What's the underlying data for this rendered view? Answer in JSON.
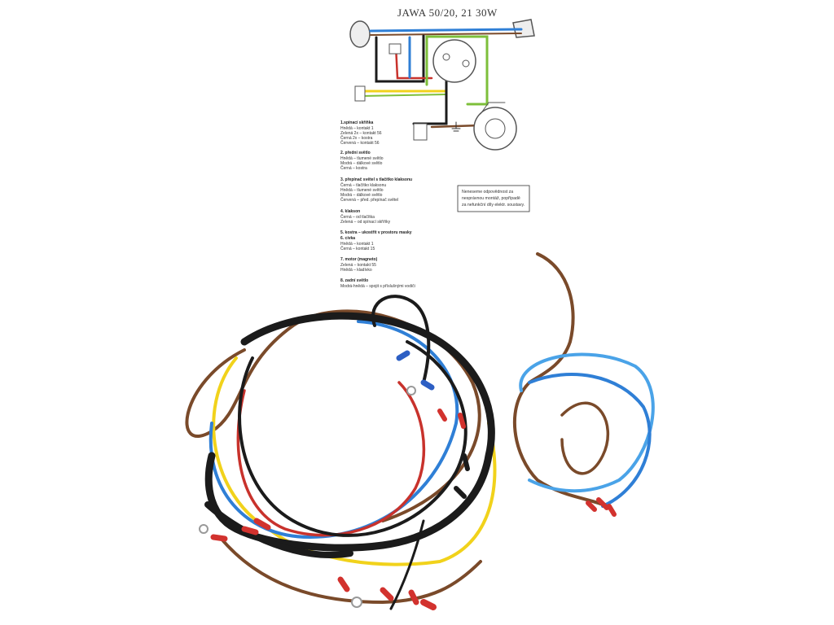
{
  "sheet": {
    "title": "JAWA 50/20, 21 30W",
    "legend": [
      {
        "heading": "1.spínací skříňka",
        "lines": [
          "Hnědá – kontakt 1",
          "Zelená 2x – kontakt 56",
          "Černá 2x – kostra",
          "Červená – kontakt 56"
        ]
      },
      {
        "heading": "2. přední světlo",
        "lines": [
          "Hnědá – tlumené světlo",
          "Modrá – dálkové světlo",
          "Černá – kostra"
        ]
      },
      {
        "heading": "3. přepínač světel s tlačítko klaksonu",
        "lines": [
          "Černá – tlačítko klaksonu",
          "Hnědá – tlumené světlo",
          "Modrá – dálkové světlo",
          "Červená – před. přepínač světel"
        ]
      },
      {
        "heading": "4. klakson",
        "lines": [
          "Černá – od tlačítka",
          "Zelená – od spínací skříňky"
        ]
      },
      {
        "heading": "5. kostra – ukostřit v prostoru masky",
        "lines": []
      },
      {
        "heading": "6. cívka",
        "lines": [
          "Hnědá – kontakt 1",
          "Černá – kontakt 15"
        ]
      },
      {
        "heading": "7. motor (magneto)",
        "lines": [
          "Zelená – kontakt 55",
          "Hnědá – kladívko"
        ]
      },
      {
        "heading": "8. zadní světlo",
        "lines": [
          "Modrá-hnědá – spojit s příslušnými vodiči"
        ]
      }
    ],
    "note": [
      "Neneseme odpovědnost za",
      "nesprávnou montáž, popřípadě",
      "za nefunkční díly elektr. soustavy."
    ]
  },
  "colors": {
    "black": "#1b1b1b",
    "brown": "#7a4a2a",
    "blue": "#2f7fd6",
    "light_blue": "#4aa3e8",
    "yellow": "#f1d21b",
    "red": "#c8322c",
    "green": "#7dbf3a",
    "terminal_red": "#d2322e",
    "terminal_blue": "#2d5fc4"
  }
}
